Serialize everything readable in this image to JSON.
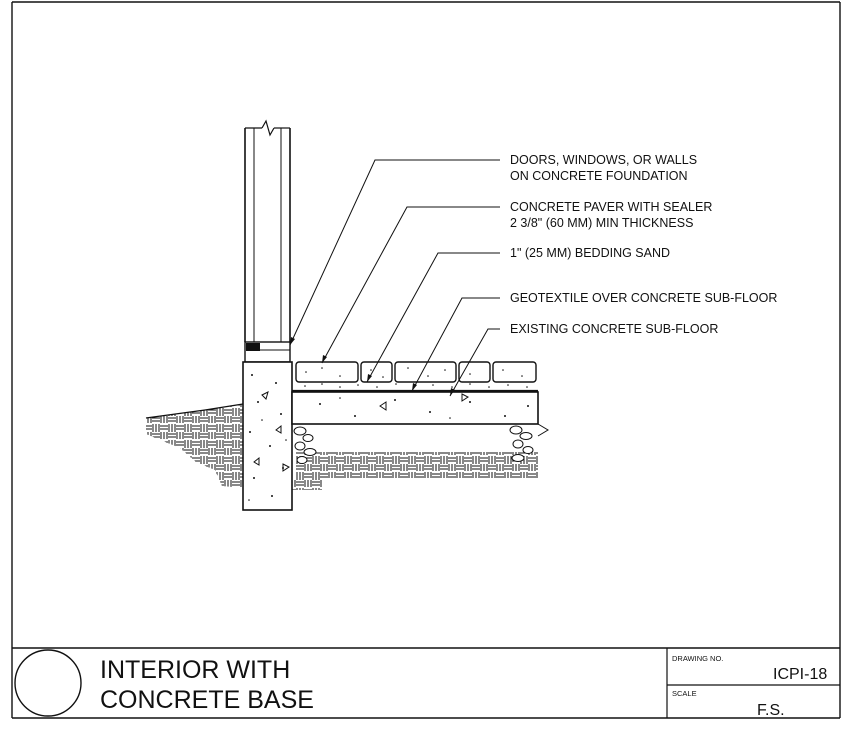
{
  "callouts": [
    {
      "line1": "DOORS, WINDOWS, OR WALLS",
      "line2": "ON CONCRETE FOUNDATION"
    },
    {
      "line1": "CONCRETE PAVER WITH SEALER",
      "line2": "2 3/8\" (60 MM) MIN THICKNESS"
    },
    {
      "line1": "1\" (25 MM) BEDDING SAND",
      "line2": ""
    },
    {
      "line1": "GEOTEXTILE OVER CONCRETE SUB-FLOOR",
      "line2": ""
    },
    {
      "line1": "EXISTING CONCRETE SUB-FLOOR",
      "line2": ""
    }
  ],
  "title_block": {
    "title_line1": "INTERIOR WITH",
    "title_line2": "CONCRETE BASE",
    "drawing_no_label": "DRAWING NO.",
    "drawing_no": "ICPI-18",
    "scale_label": "SCALE",
    "scale": "F.S."
  }
}
